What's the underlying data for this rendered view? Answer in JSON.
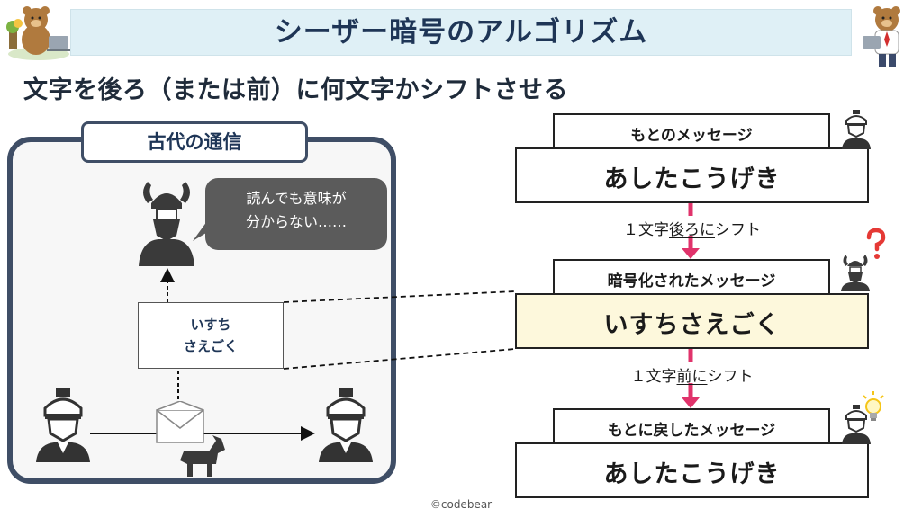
{
  "title": "シーザー暗号のアルゴリズム",
  "subtitle": "文字を後ろ（または前）に何文字かシフトさせる",
  "ancient": {
    "label": "古代の通信",
    "speech_line1": "読んでも意味が",
    "speech_line2": "分からない……",
    "cipher_line1": "いすち",
    "cipher_line2": "さえごく"
  },
  "flow": {
    "original_header": "もとのメッセージ",
    "original_message": "あしたこうげき",
    "shift1_prefix": "１文字",
    "shift1_direction": "後ろ",
    "shift1_mid": "に",
    "shift1_suffix": "シフト",
    "encrypted_header": "暗号化されたメッセージ",
    "encrypted_message": "いすちさえごく",
    "shift2_prefix": "１文字",
    "shift2_direction": "前",
    "shift2_mid": "に",
    "shift2_suffix": "シフト",
    "restored_header": "もとに戻したメッセージ",
    "restored_message": "あしたこうげき"
  },
  "credit": "©codebear",
  "colors": {
    "accent_arrow": "#e0336b",
    "panel_border": "#3f4e66",
    "title_bg": "#dff0f6",
    "encrypted_bg": "#fdf8dc",
    "question_mark": "#e53935",
    "bulb": "#f5c518"
  },
  "icons": [
    "bear-mascot-left",
    "bear-mascot-right",
    "viking-eavesdropper-icon",
    "roman-soldier-sender-icon",
    "roman-soldier-receiver-icon",
    "envelope-icon",
    "horse-icon",
    "question-mark-icon",
    "lightbulb-icon"
  ]
}
